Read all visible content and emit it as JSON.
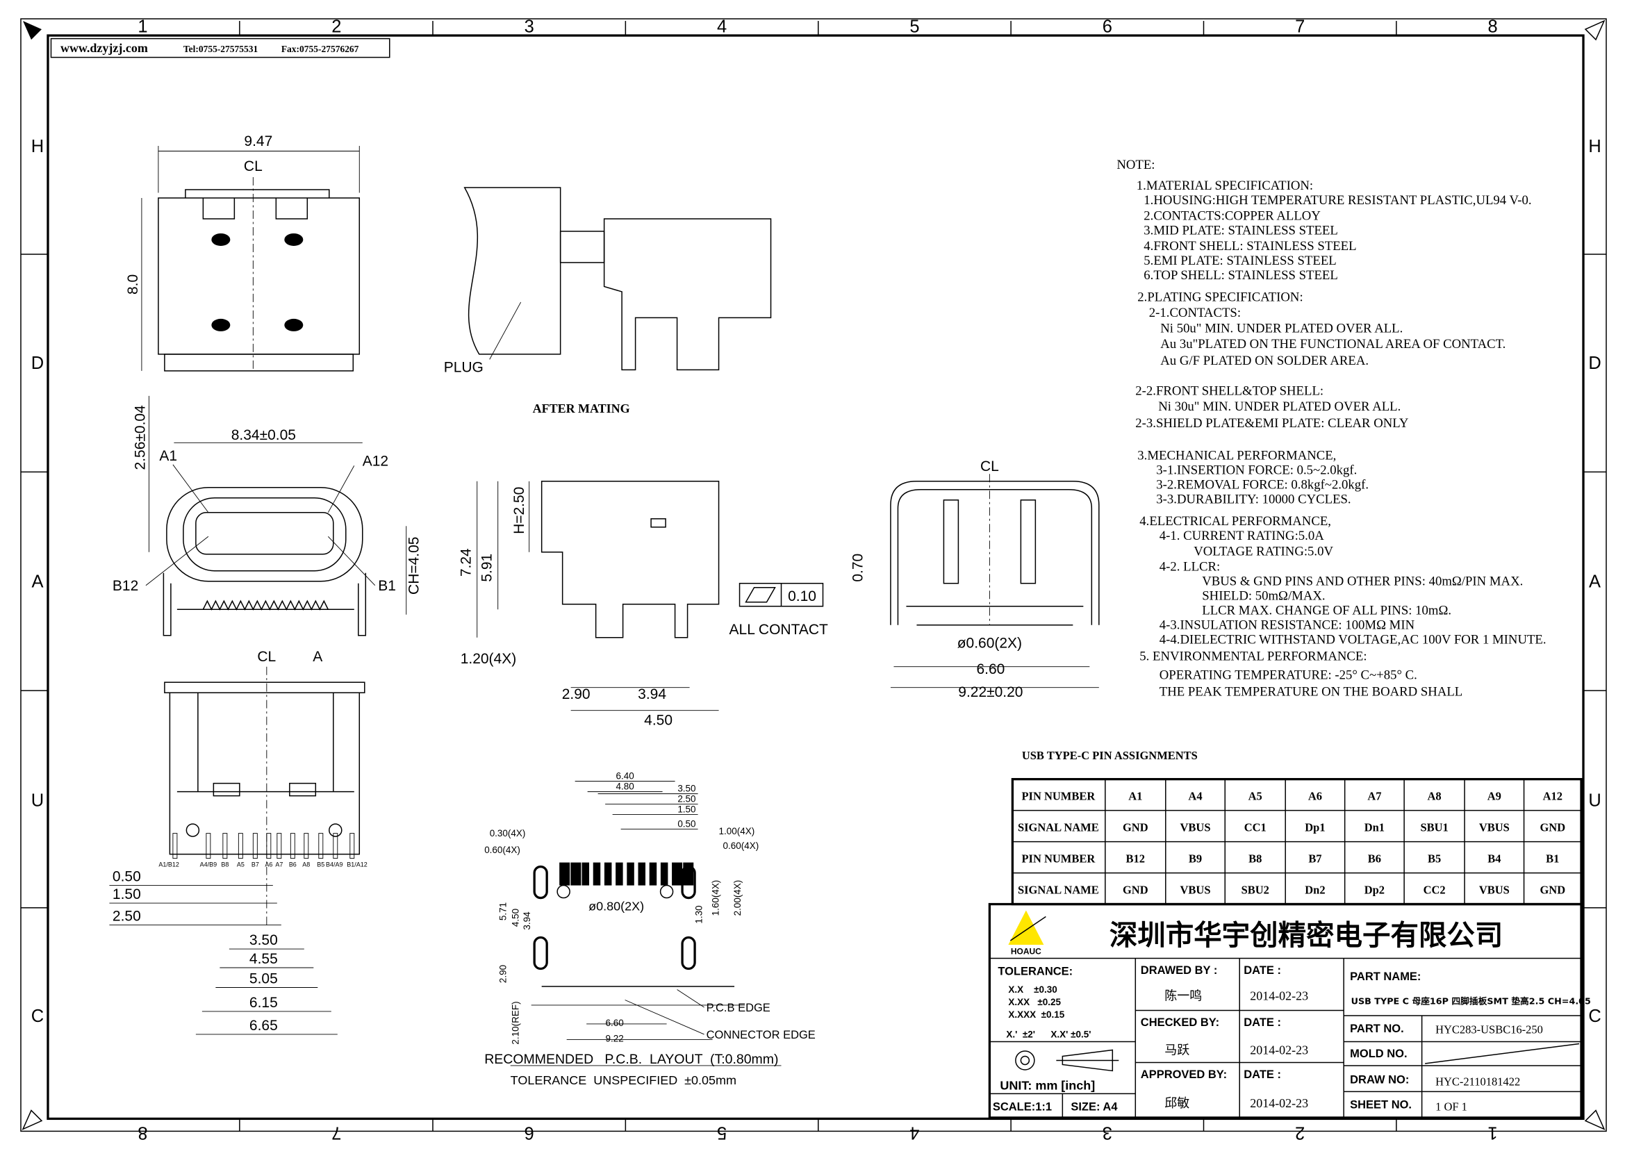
{
  "header": {
    "website": "www.dzyjzj.com",
    "tel": "Tel:0755-27575531",
    "fax": "Fax:0755-27576267"
  },
  "frame": {
    "columns_top": [
      "1",
      "2",
      "3",
      "4",
      "5",
      "6",
      "7",
      "8"
    ],
    "columns_bottom": [
      "8",
      "7",
      "6",
      "5",
      "4",
      "3",
      "2",
      "1"
    ],
    "rows": [
      "H",
      "D",
      "A",
      "U",
      "C"
    ]
  },
  "views": {
    "top": {
      "width": "9.47",
      "height": "8.0",
      "centerline": "CL"
    },
    "mating": {
      "plug_label": "PLUG",
      "caption": "AFTER MATING"
    },
    "front": {
      "width": "8.34±0.05",
      "height": "2.56±0.04",
      "ch": "CH=4.05",
      "a1": "A1",
      "a12": "A12",
      "b12": "B12",
      "b1": "B1"
    },
    "side": {
      "d724": "7.24",
      "d591": "5.91",
      "h": "H=2.50",
      "d120": "1.20(4X)",
      "d290": "2.90",
      "d394": "3.94",
      "d450": "4.50",
      "flatness": "0.10",
      "flatness_note": "ALL CONTACT"
    },
    "back": {
      "centerline": "CL",
      "d070": "0.70",
      "hole": "ø0.60(2X)",
      "d660": "6.60",
      "d922": "9.22±0.20"
    },
    "bottom": {
      "centerline": "CL",
      "section": "A",
      "pins": [
        "A1/B12",
        "A4/B9",
        "B8",
        "A5",
        "B7",
        "A6",
        "A7",
        "B6",
        "A8",
        "B5",
        "B4/A9",
        "B1/A12"
      ],
      "dims": [
        "0.50",
        "1.50",
        "2.50",
        "3.50",
        "4.55",
        "5.05",
        "6.15",
        "6.65"
      ]
    },
    "pcb": {
      "top_dims": [
        "6.40",
        "4.80",
        "3.50",
        "2.50",
        "1.50",
        "0.50"
      ],
      "d030": "0.30(4X)",
      "d060l": "0.60(4X)",
      "d100": "1.00(4X)",
      "d060r": "0.60(4X)",
      "hole": "ø0.80(2X)",
      "d571": "5.71",
      "d450": "4.50",
      "d394": "3.94",
      "d130": "1.30",
      "d160": "1.60(4X)",
      "d200": "2.00(4X)",
      "d290": "2.90",
      "d210": "2.10(REF)",
      "d660": "6.60",
      "d922": "9.22",
      "pcb_edge": "P.C.B EDGE",
      "connector_edge": "CONNECTOR EDGE",
      "title": "RECOMMENDED   P.C.B.  LAYOUT  (T:0.80mm)",
      "tolerance": "TOLERANCE  UNSPECIFIED  ±0.05mm"
    }
  },
  "notes": [
    "NOTE:",
    "1.MATERIAL SPECIFICATION:",
    "1.HOUSING:HIGH TEMPERATURE RESISTANT PLASTIC,UL94 V-0.",
    "2.CONTACTS:COPPER ALLOY",
    "3.MID PLATE: STAINLESS STEEL",
    "4.FRONT SHELL: STAINLESS STEEL",
    "5.EMI PLATE: STAINLESS STEEL",
    "6.TOP SHELL: STAINLESS STEEL",
    "2.PLATING SPECIFICATION:",
    "2-1.CONTACTS:",
    "Ni 50u\" MIN. UNDER PLATED OVER ALL.",
    "Au 3u\"PLATED ON THE FUNCTIONAL AREA OF CONTACT.",
    "Au G/F PLATED ON SOLDER AREA.",
    "2-2.FRONT SHELL&TOP SHELL:",
    "Ni 30u\" MIN. UNDER PLATED OVER ALL.",
    "2-3.SHIELD PLATE&EMI PLATE:  CLEAR ONLY",
    "3.MECHANICAL PERFORMANCE,",
    "3-1.INSERTION FORCE: 0.5~2.0kgf.",
    "3-2.REMOVAL FORCE: 0.8kgf~2.0kgf.",
    "3-3.DURABILITY: 10000 CYCLES.",
    "4.ELECTRICAL PERFORMANCE,",
    "4-1.  CURRENT RATING:5.0A",
    "VOLTAGE RATING:5.0V",
    "4-2.  LLCR:",
    "VBUS & GND PINS AND OTHER PINS: 40mΩ/PIN MAX.",
    "SHIELD: 50mΩ/MAX.",
    "LLCR MAX. CHANGE OF ALL PINS: 10mΩ.",
    "4-3.INSULATION RESISTANCE: 100MΩ  MIN",
    "4-4.DIELECTRIC WITHSTAND VOLTAGE,AC 100V FOR 1 MINUTE.",
    "5.  ENVIRONMENTAL PERFORMANCE:",
    "OPERATING TEMPERATURE: -25° C~+85° C.",
    "THE PEAK TEMPERATURE ON THE BOARD SHALL"
  ],
  "pin_table": {
    "title": "USB TYPE-C PIN ASSIGNMENTS",
    "rows": [
      {
        "label": "PIN NUMBER",
        "cells": [
          "A1",
          "A4",
          "A5",
          "A6",
          "A7",
          "A8",
          "A9",
          "A12"
        ]
      },
      {
        "label": "SIGNAL NAME",
        "cells": [
          "GND",
          "VBUS",
          "CC1",
          "Dp1",
          "Dn1",
          "SBU1",
          "VBUS",
          "GND"
        ]
      },
      {
        "label": "PIN NUMBER",
        "cells": [
          "B12",
          "B9",
          "B8",
          "B7",
          "B6",
          "B5",
          "B4",
          "B1"
        ]
      },
      {
        "label": "SIGNAL NAME",
        "cells": [
          "GND",
          "VBUS",
          "SBU2",
          "Dn2",
          "Dp2",
          "CC2",
          "VBUS",
          "GND"
        ]
      }
    ]
  },
  "title_block": {
    "logo_text": "HOAUC",
    "company": "深圳市华宇创精密电子有限公司",
    "tolerance_label": "TOLERANCE:",
    "tolerances": [
      "X.X    ±0.30",
      "X.XX   ±0.25",
      "X.XXX  ±0.15"
    ],
    "angle_tol": "X.'  ±2'      X.X' ±0.5'",
    "unit": "UNIT:  mm  [inch]",
    "scale": "SCALE:1:1",
    "size": "SIZE: A4",
    "drawed_by_label": "DRAWED BY :",
    "drawed_by": "陈一鸣",
    "checked_by_label": "CHECKED BY:",
    "checked_by": "马跃",
    "approved_by_label": "APPROVED BY:",
    "approved_by": "邱敏",
    "date_label": "DATE :",
    "drawed_date": "2014-02-23",
    "checked_date": "2014-02-23",
    "approved_date": "2014-02-23",
    "part_name_label": "PART NAME:",
    "part_name": "USB TYPE C 母座16P 四脚插板SMT 垫高2.5 CH=4.05",
    "part_no_label": "PART NO.",
    "part_no": "HYC283-USBC16-250",
    "mold_no_label": "MOLD NO.",
    "mold_no": "",
    "draw_no_label": "DRAW NO:",
    "draw_no": "HYC-2110181422",
    "sheet_no_label": "SHEET NO.",
    "sheet_no": "1 OF 1",
    "logo_color": "#FFE600"
  }
}
